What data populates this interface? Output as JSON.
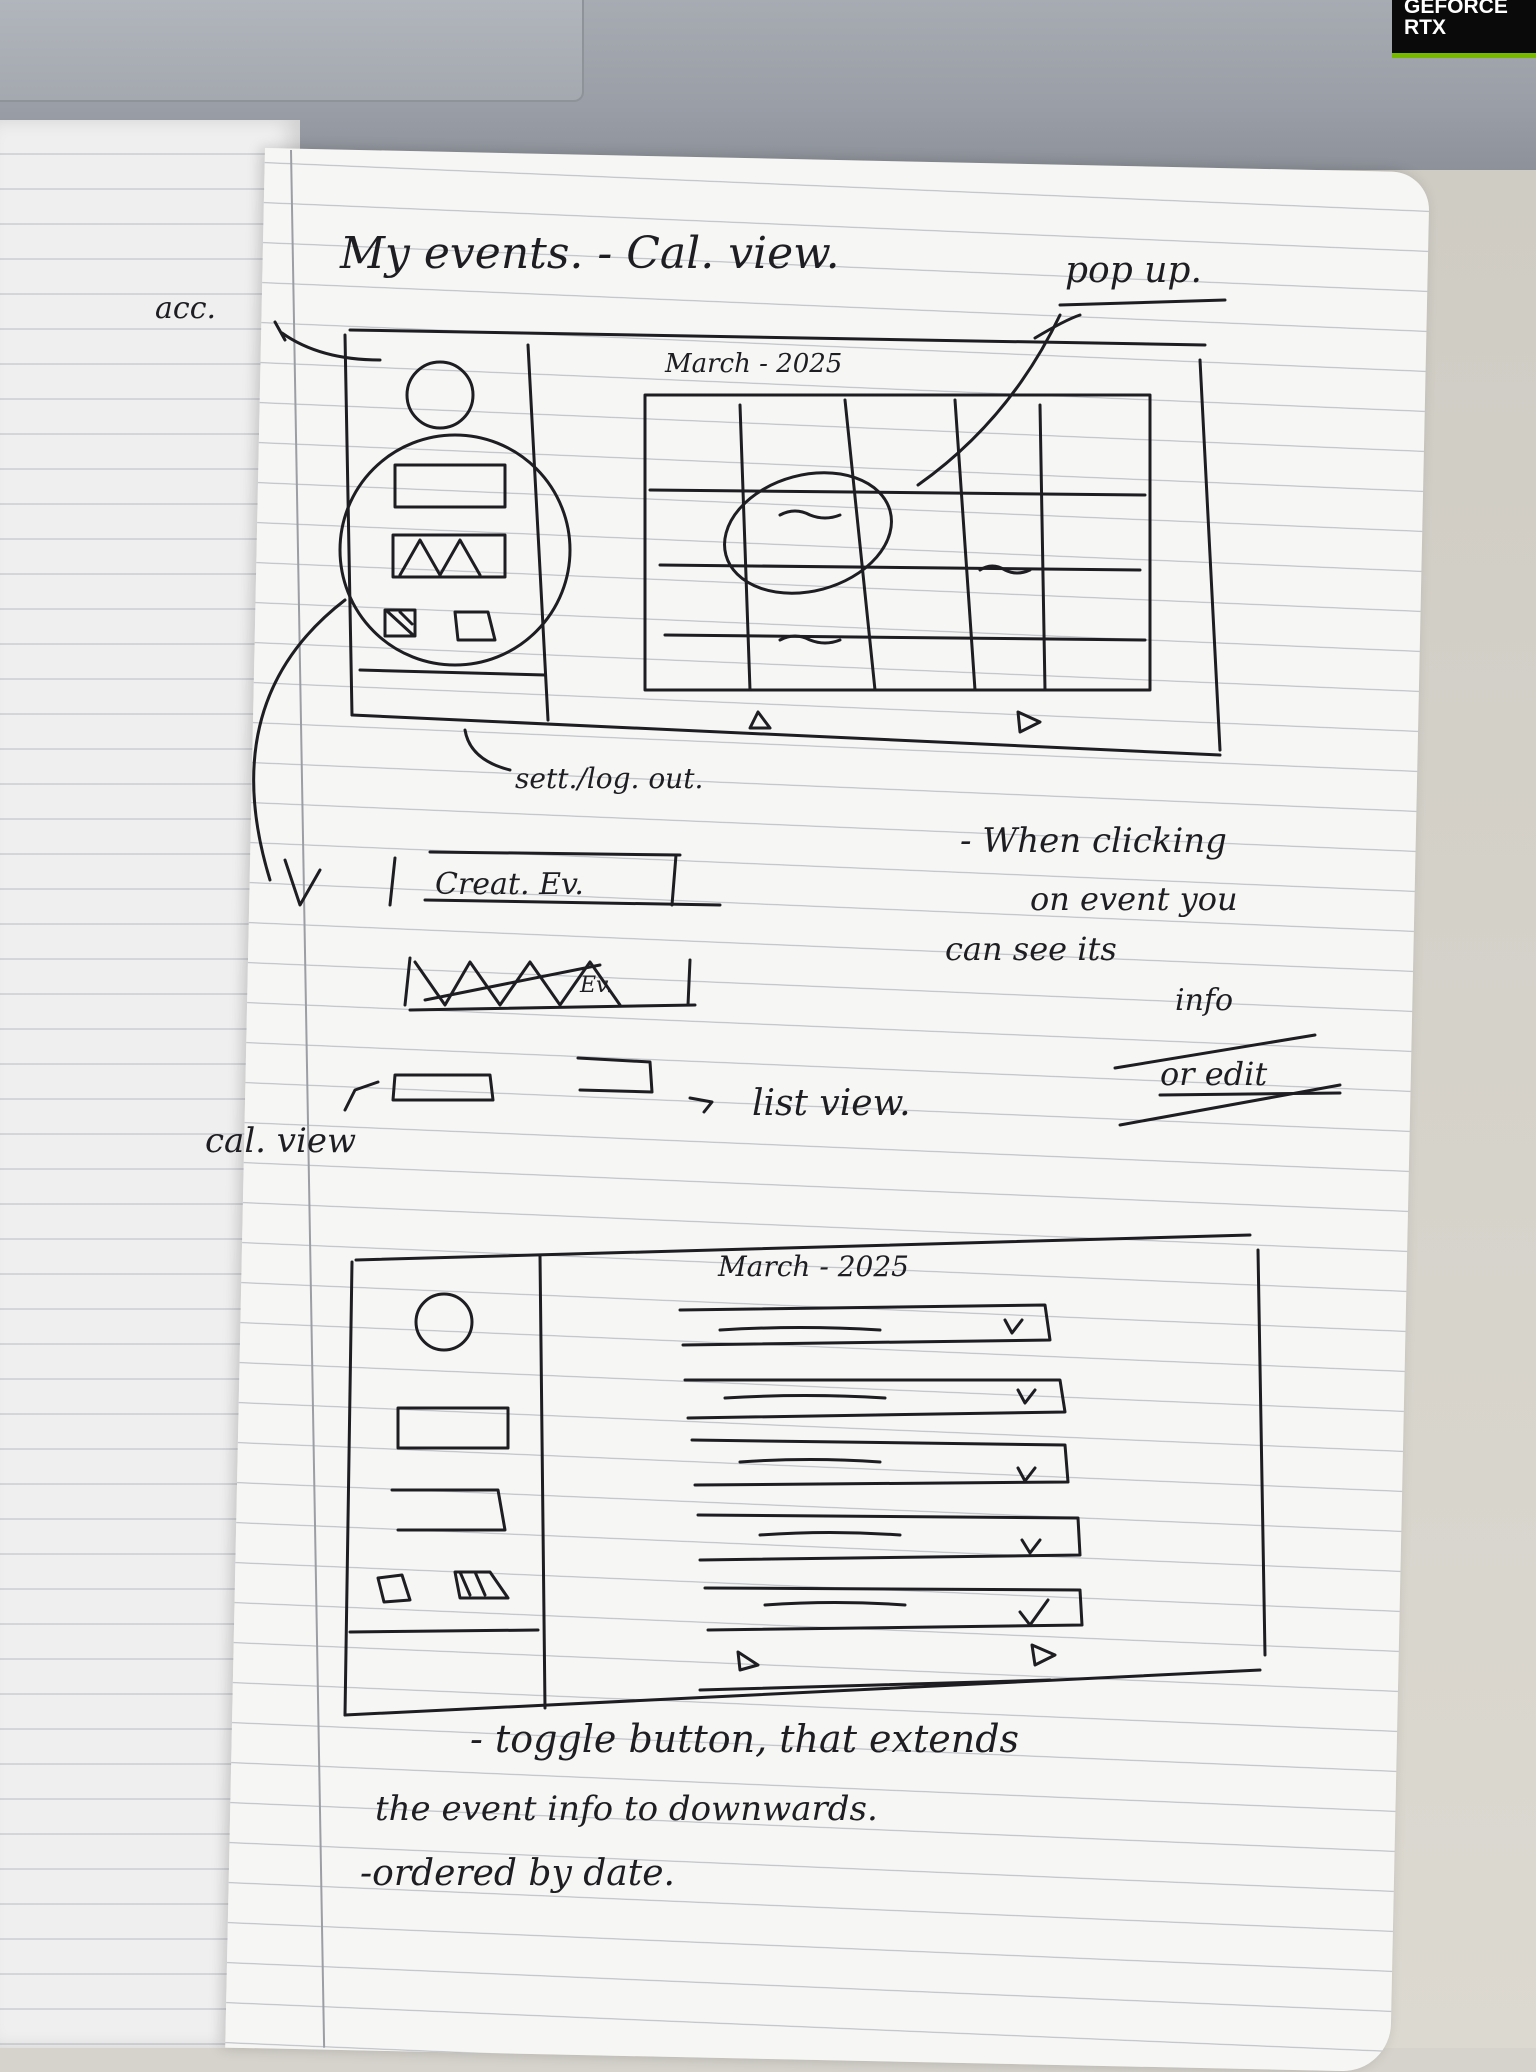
{
  "photo": {
    "badge_line1": "GEFORCE",
    "badge_line2": "RTX",
    "brand_color": "#76b900"
  },
  "sketch1": {
    "title": "My events. - Cal. view.",
    "popup_label": "pop up.",
    "acc_label": "acc.",
    "month_label": "March - 2025",
    "settings_label": "sett./log. out.",
    "create_button_label": "Creat. Ev.",
    "crossed_button_label": "Ev.",
    "cal_view_label": "cal. view",
    "list_view_label": "list view.",
    "note_lines": [
      "- When clicking",
      "on event you",
      "can see its",
      "info",
      "or edit"
    ]
  },
  "sketch2": {
    "month_label": "March - 2025",
    "note_lines": [
      "- toggle button, that extends",
      "the event info to downwards.",
      "-ordered by date."
    ]
  }
}
